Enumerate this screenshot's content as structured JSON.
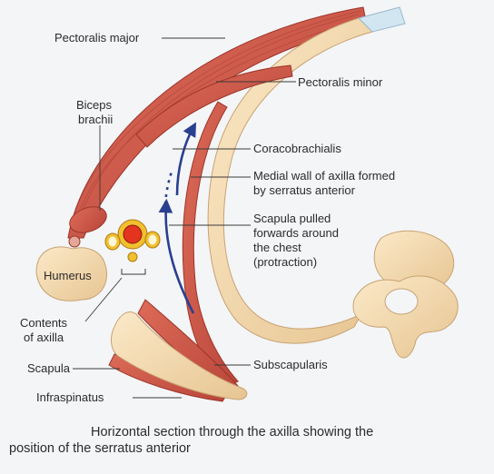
{
  "labels": {
    "pectoralis_major": "Pectoralis major",
    "pectoralis_minor": "Pectoralis minor",
    "biceps_line1": "Biceps",
    "biceps_line2": "brachii",
    "coracobrachialis": "Coracobrachialis",
    "medial_wall_line1": "Medial wall of axilla formed",
    "medial_wall_line2": "by serratus anterior",
    "scapula_pulled_line1": "Scapula pulled",
    "scapula_pulled_line2": "forwards around",
    "scapula_pulled_line3": "the chest",
    "scapula_pulled_line4": "(protraction)",
    "humerus": "Humerus",
    "contents_line1": "Contents",
    "contents_line2": "of axilla",
    "scapula": "Scapula",
    "subscapularis": "Subscapularis",
    "infraspinatus": "Infraspinatus"
  },
  "caption": {
    "line1": "Horizontal section through the axilla showing the",
    "line2": "position of the serratus anterior"
  },
  "colors": {
    "muscle": "#cf5a4a",
    "muscle_dark": "#a8392d",
    "bone": "#f3d9ad",
    "bone_edge": "#c7a373",
    "artery": "#e3341f",
    "vein_ring": "#e8b21d",
    "arrow": "#2a3f8f"
  }
}
